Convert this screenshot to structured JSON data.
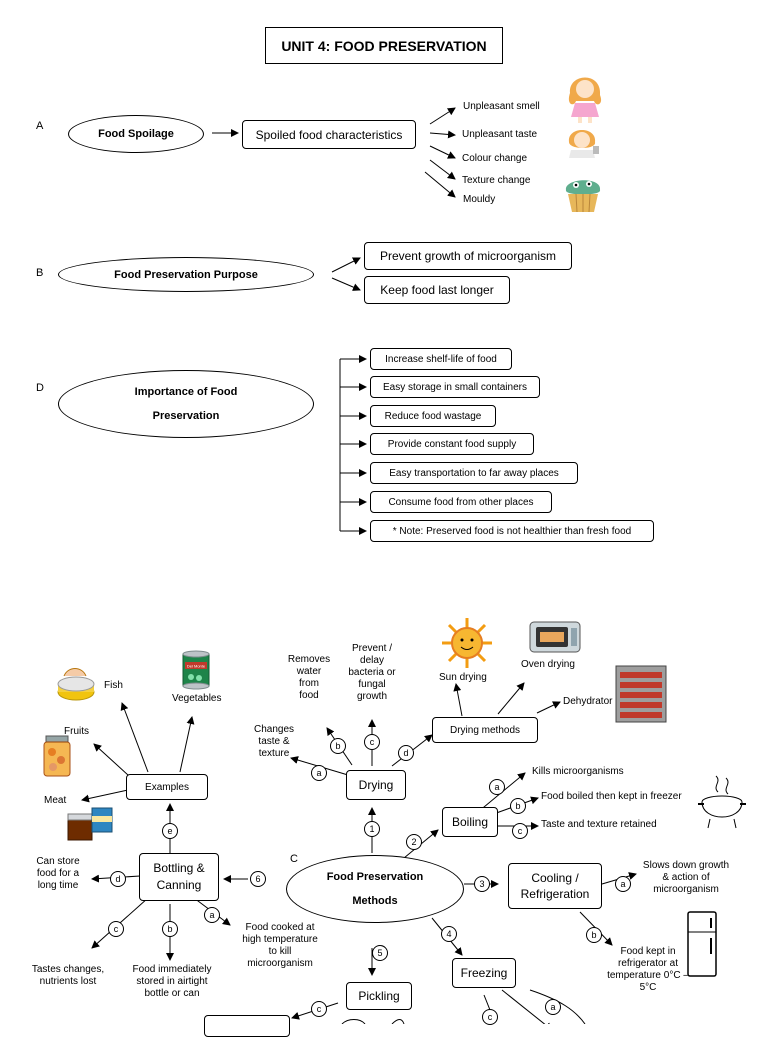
{
  "title": "UNIT 4: FOOD PRESERVATION",
  "section_a": {
    "letter": "A",
    "oval": "Food Spoilage",
    "box": "Spoiled food characteristics",
    "items": [
      "Unpleasant smell",
      "Unpleasant taste",
      "Colour change",
      "Texture change",
      "Mouldy"
    ]
  },
  "section_b": {
    "letter": "B",
    "oval": "Food Preservation Purpose",
    "items": [
      "Prevent growth of microorganism",
      "Keep food last longer"
    ]
  },
  "section_d": {
    "letter": "D",
    "oval_line1": "Importance of Food",
    "oval_line2": "Preservation",
    "items": [
      "Increase shelf-life of food",
      "Easy storage in small containers",
      "Reduce food wastage",
      "Provide constant food supply",
      "Easy transportation to far away places",
      "Consume food from other places",
      "* Note: Preserved food is not healthier than fresh food"
    ]
  },
  "section_c": {
    "letter": "C",
    "center_line1": "Food Preservation",
    "center_line2": "Methods",
    "drying": {
      "label": "Drying",
      "num": "1",
      "a": "a",
      "b": "b",
      "c": "c",
      "d": "d",
      "a_text": [
        "Changes",
        "taste &",
        "texture"
      ],
      "b_text": [
        "Removes",
        "water",
        "from",
        "food"
      ],
      "c_text": [
        "Prevent /",
        "delay",
        "bacteria or",
        "fungal",
        "growth"
      ],
      "methods": "Drying methods",
      "sun": "Sun drying",
      "oven": "Oven drying",
      "dehydrator": "Dehydrator"
    },
    "boiling": {
      "label": "Boiling",
      "num": "2",
      "a": "a",
      "b": "b",
      "c": "c",
      "a_text": "Kills microorganisms",
      "b_text": "Food boiled then kept in freezer",
      "c_text": "Taste and texture retained"
    },
    "cooling": {
      "label_line1": "Cooling /",
      "label_line2": "Refrigeration",
      "num": "3",
      "a": "a",
      "b": "b",
      "a_text": [
        "Slows down growth",
        "& action of",
        "microorganism"
      ],
      "b_text": [
        "Food kept in",
        "refrigerator at",
        "temperature 0°C –",
        "5°C"
      ]
    },
    "freezing": {
      "label": "Freezing",
      "num": "4",
      "a": "a",
      "c": "c"
    },
    "pickling": {
      "label": "Pickling",
      "num": "5",
      "c": "c"
    },
    "bottling": {
      "label_line1": "Bottling &",
      "label_line2": "Canning",
      "num": "6",
      "a": "a",
      "b": "b",
      "c": "c",
      "d": "d",
      "e": "e",
      "a_text": [
        "Food cooked at",
        "high temperature",
        "to kill",
        "microorganism"
      ],
      "b_text": [
        "Food immediately",
        "stored in airtight",
        "bottle or can"
      ],
      "c_text": [
        "Tastes changes,",
        "nutrients lost"
      ],
      "d_text": [
        "Can store",
        "food for a",
        "long time"
      ],
      "examples": "Examples",
      "fish": "Fish",
      "vegetables": "Vegetables",
      "fruits": "Fruits",
      "meat": "Meat",
      "can_brand": "Del Monte"
    }
  }
}
